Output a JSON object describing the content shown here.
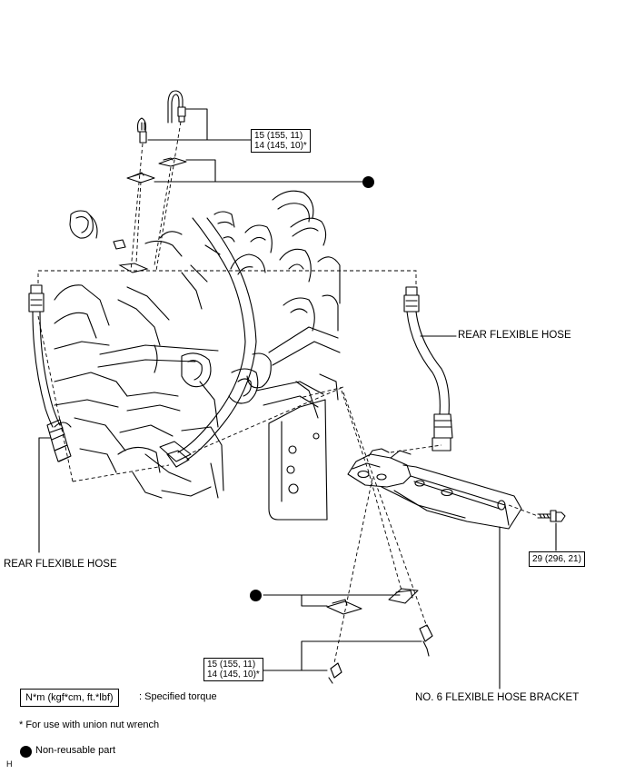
{
  "torque_top": {
    "line1": "15 (155, 11)",
    "line2": "14 (145, 10)*"
  },
  "torque_bottom": {
    "line1": "15 (155, 11)",
    "line2": "14 (145, 10)*"
  },
  "torque_bolt": {
    "line1": "29 (296, 21)"
  },
  "labels": {
    "rear_flexible_hose_right": "REAR FLEXIBLE HOSE",
    "rear_flexible_hose_left": "REAR FLEXIBLE HOSE",
    "bracket": "NO. 6 FLEXIBLE HOSE BRACKET"
  },
  "legend": {
    "unit_box": "N*m (kgf*cm, ft.*lbf)",
    "unit_desc": ": Specified torque",
    "union_nut_note": "* For use with union nut wrench",
    "non_reusable": "Non-reusable part"
  },
  "corner_mark": "H"
}
